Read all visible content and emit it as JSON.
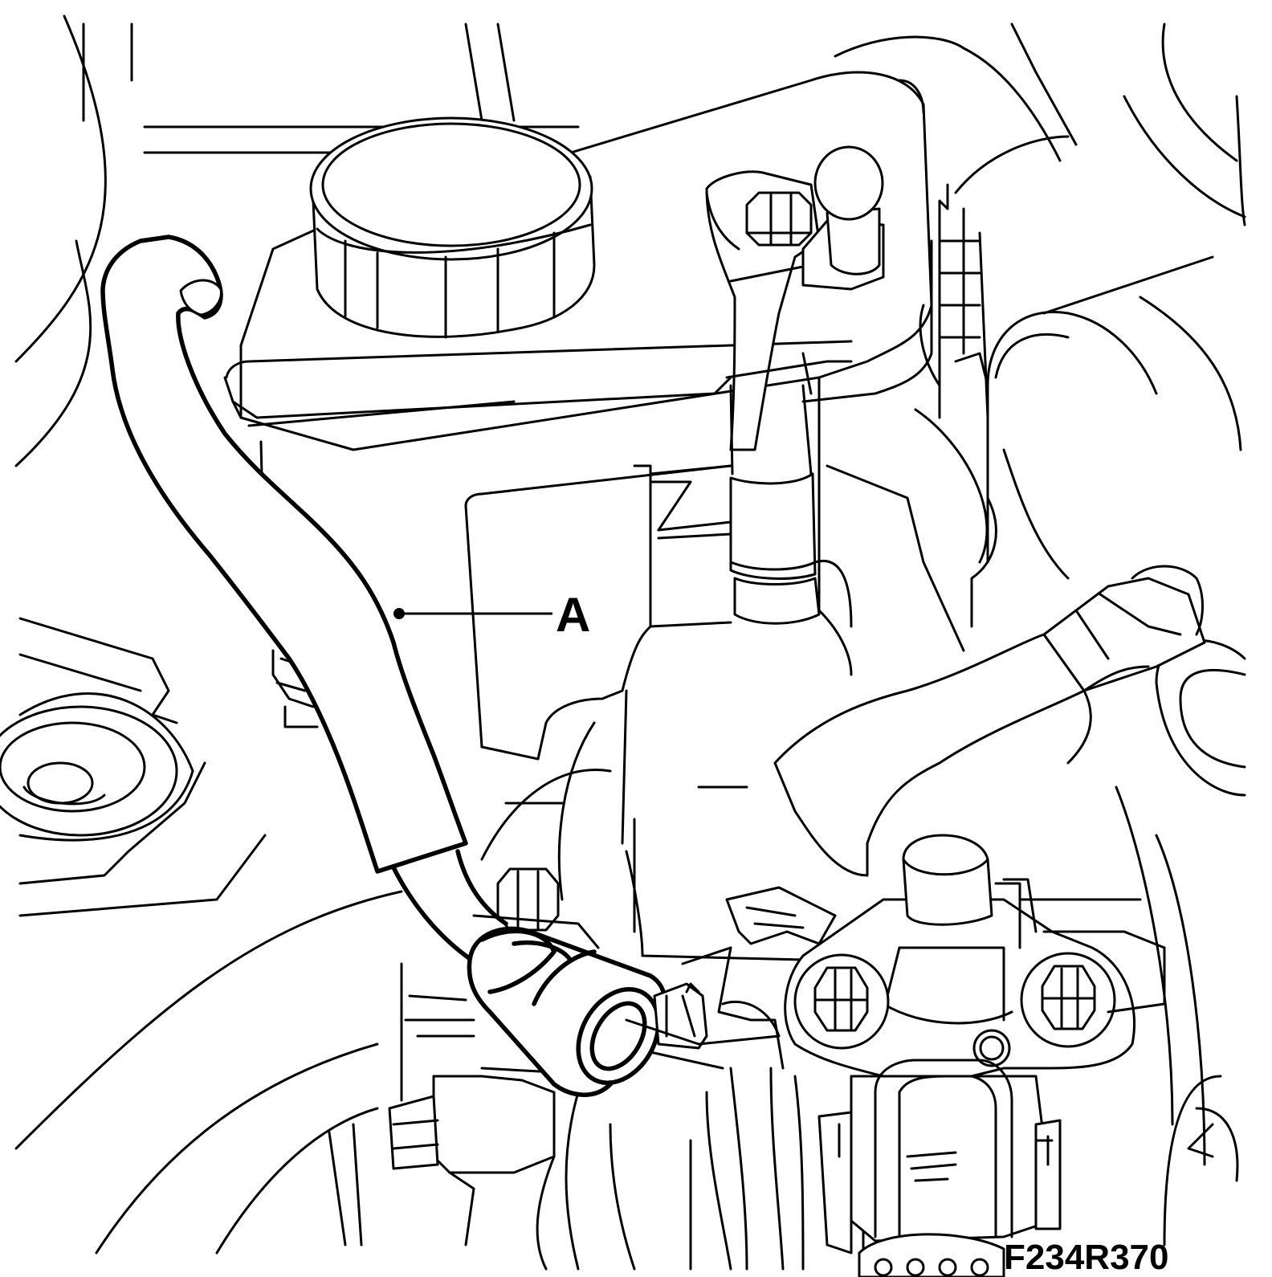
{
  "diagram": {
    "callouts": [
      {
        "id": "A",
        "label": "A"
      }
    ],
    "figure_code": "F234R370",
    "colors": {
      "line": "#000000",
      "background": "#ffffff"
    }
  }
}
